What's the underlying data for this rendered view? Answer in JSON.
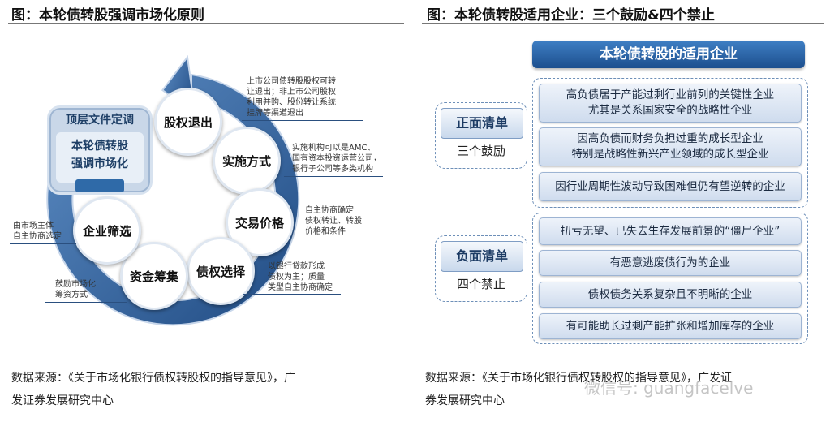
{
  "left": {
    "title": "图：本轮债转股强调市场化原则",
    "top_doc": {
      "head": "顶层文件定调",
      "line1": "本轮债转股",
      "line2": "强调市场化"
    },
    "steps": [
      "股权退出",
      "实施方式",
      "交易价格",
      "债权选择",
      "资金筹集",
      "企业筛选"
    ],
    "notes": {
      "exit": [
        "上市公司债转股股权可转",
        "让退出；非上市公司股权",
        "利用并购、股份转让系统",
        "挂牌等渠道退出"
      ],
      "method": [
        "实施机构可以是AMC、",
        "国有资本投资运营公司，",
        "银行子公司等多类机构"
      ],
      "price": [
        "自主协商确定",
        "债权转让、转股",
        "价格和条件"
      ],
      "debt": [
        "以银行贷款形成",
        "债权为主；质量",
        "类型自主协商确定"
      ],
      "funding": [
        "鼓励市场化",
        "筹资方式"
      ],
      "select": [
        "由市场主体",
        "自主协商选定"
      ]
    },
    "source": [
      "数据来源：《关于市场化银行债权转股权的指导意见》，广",
      "发证券发展研究中心"
    ]
  },
  "right": {
    "title": "图：本轮债转股适用企业：三个鼓励&四个禁止",
    "header": "本轮债转股的适用企业",
    "positive": {
      "tag": "正面清单",
      "sub": "三个鼓励",
      "items": [
        [
          "高负债居于产能过剩行业前列的关键性企业",
          "尤其是关系国家安全的战略性企业"
        ],
        [
          "因高负债而财务负担过重的成长型企业",
          "特别是战略性新兴产业领域的成长型企业"
        ],
        [
          "因行业周期性波动导致困难但仍有望逆转的企业"
        ]
      ]
    },
    "negative": {
      "tag": "负面清单",
      "sub": "四个禁止",
      "items": [
        [
          "扭亏无望、已失去生存发展前景的“僵尸企业”"
        ],
        [
          "有恶意逃废债行为的企业"
        ],
        [
          "债权债务关系复杂且不明晰的企业"
        ],
        [
          "有可能助长过剩产能扩张和增加库存的企业"
        ]
      ]
    },
    "source": [
      "数据来源：《关于市场化银行债权转股权的指导意见》，广发证",
      "券发展研究中心"
    ],
    "watermark": "微信号: guangfacelve"
  }
}
